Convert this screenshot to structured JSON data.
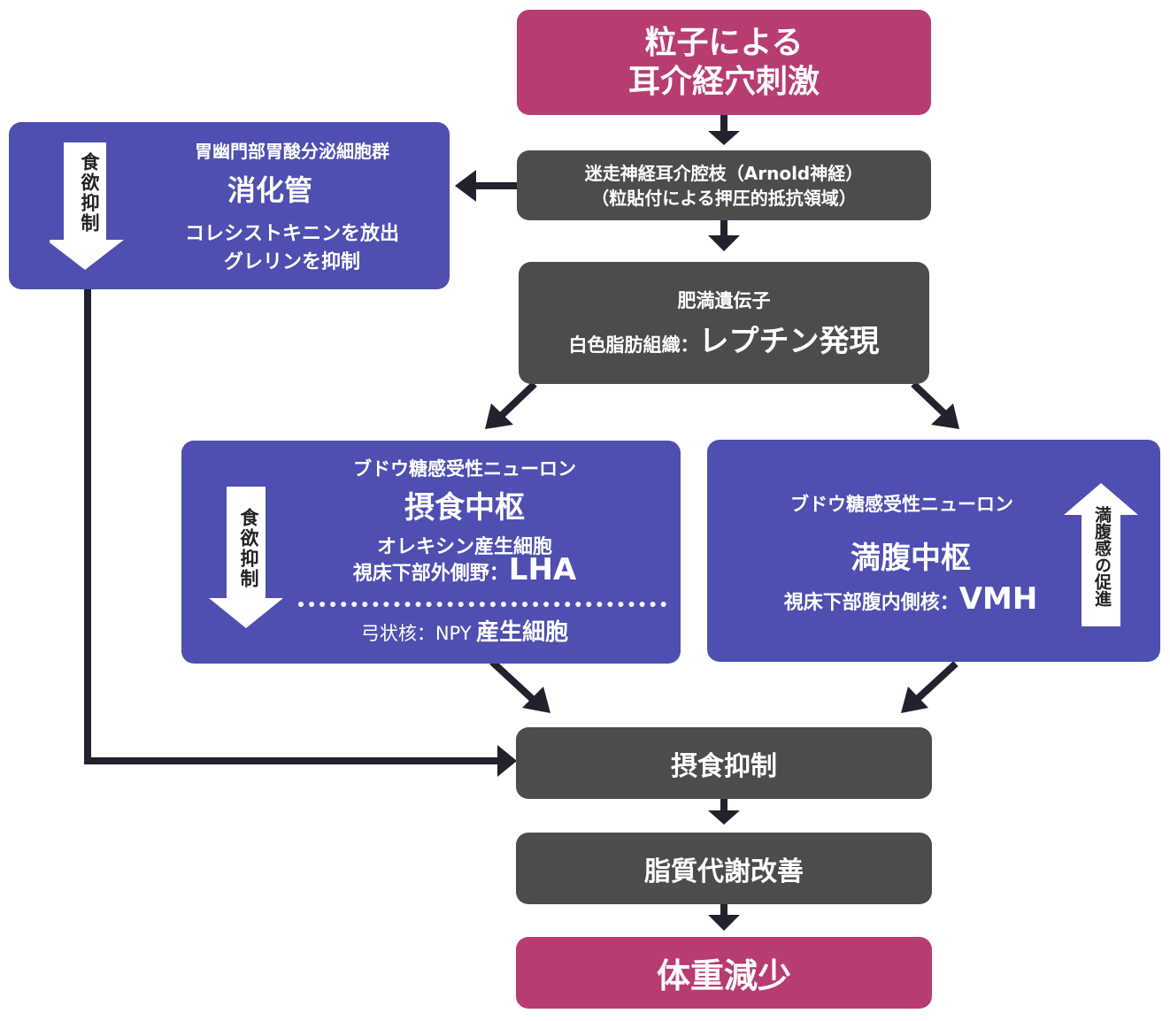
{
  "start": {
    "line1": "粒子による",
    "line2": "耳介経穴刺激"
  },
  "vagus": {
    "line1": "迷走神経耳介腔枝（Arnold神経）",
    "line2": "（粒貼付による押圧的抵抗領域）"
  },
  "leptin": {
    "small": "肥満遺伝子",
    "prefix": "白色脂肪組織：",
    "main": "レプチン発現"
  },
  "digestive": {
    "arrow_label": "食欲抑制",
    "sub": "胃幽門部胃酸分泌細胞群",
    "main": "消化管",
    "line3": "コレシストキニンを放出",
    "line4": "グレリンを抑制"
  },
  "feeding": {
    "arrow_label": "食欲抑制",
    "sub": "ブドウ糖感受性ニューロン",
    "main": "摂食中枢",
    "line3": "オレキシン産生細胞",
    "line4_prefix": "視床下部外側野：",
    "line4_main": "LHA",
    "line5_prefix": "弓状核：NPY",
    "line5_main": "産生細胞"
  },
  "satiety": {
    "arrow_label": "満腹感の促進",
    "sub": "ブドウ糖感受性ニューロン",
    "main": "満腹中枢",
    "line3_prefix": "視床下部腹内側核：",
    "line3_main": "VMH"
  },
  "suppress": {
    "label": "摂食抑制"
  },
  "lipid": {
    "label": "脂質代謝改善"
  },
  "result": {
    "label": "体重減少"
  },
  "colors": {
    "pink": "#b73c72",
    "dark": "#4c4c4c",
    "blue": "#4e4fb0",
    "arrow": "#22222e"
  }
}
